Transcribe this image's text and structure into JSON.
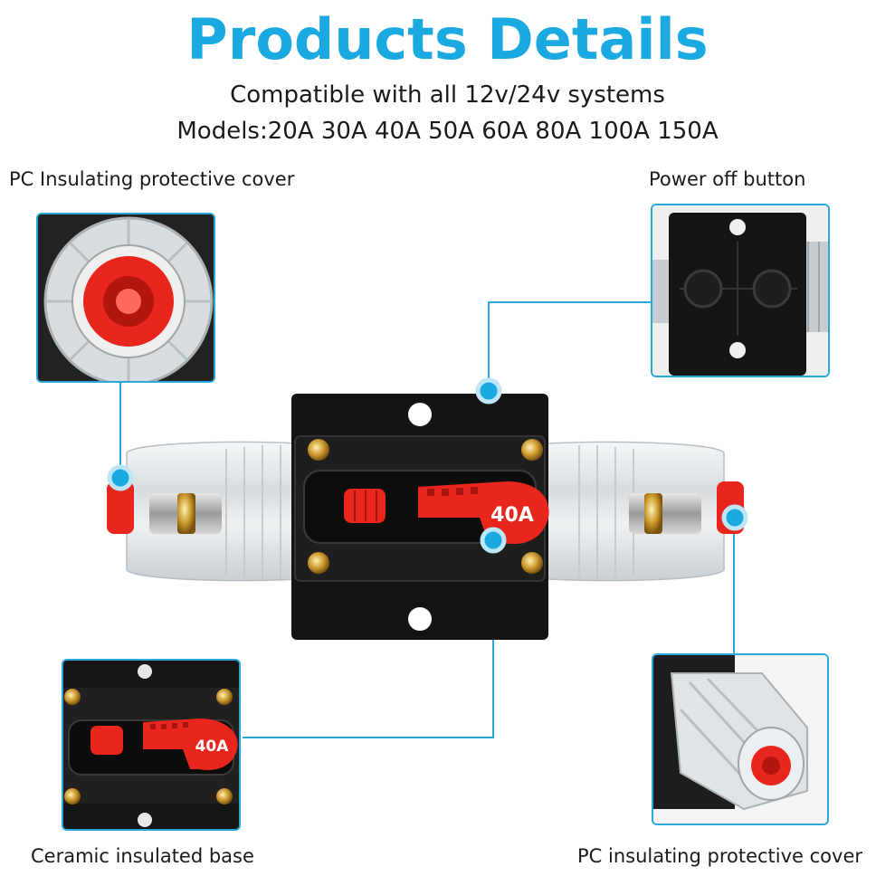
{
  "header": {
    "title": "Products Details",
    "line1": "Compatible with all 12v/24v systems",
    "line2": "Models:20A 30A 40A 50A 60A 80A 100A 150A"
  },
  "callouts": {
    "top_left": "PC Insulating protective cover",
    "top_right": "Power off button",
    "bottom_left": "Ceramic insulated base",
    "bottom_right": "PC insulating protective cover"
  },
  "product": {
    "rating_label": "40A",
    "inset_rating_label": "40A"
  },
  "colors": {
    "accent": "#1ba9e1",
    "lever_red": "#e8261e",
    "base_black": "#141414"
  }
}
